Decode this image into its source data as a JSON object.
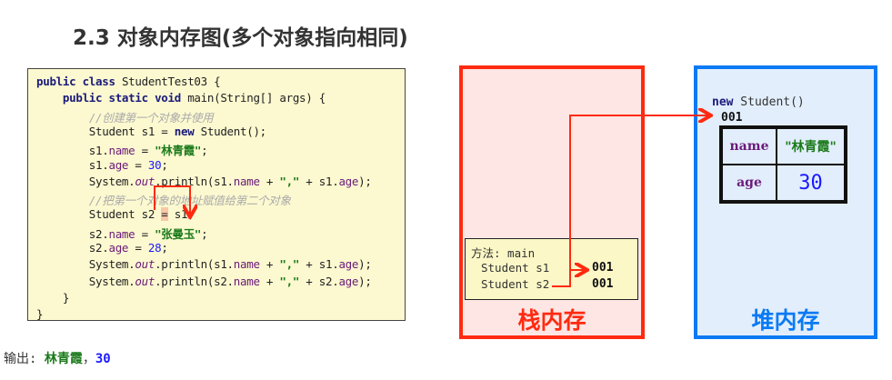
{
  "title": "2.3 对象内存图(多个对象指向相同)",
  "code": [
    [
      {
        "t": "public class ",
        "c": "kw"
      },
      {
        "t": "StudentTest03 {"
      }
    ],
    [
      {
        "t": "    "
      },
      {
        "t": "public static void ",
        "c": "kw"
      },
      {
        "t": "main(String[] args) {"
      }
    ],
    [
      {
        "t": "        "
      },
      {
        "t": "//创建第一个对象并使用",
        "c": "cmt"
      }
    ],
    [
      {
        "t": "        Student s1 = "
      },
      {
        "t": "new ",
        "c": "kw"
      },
      {
        "t": "Student();"
      }
    ],
    [
      {
        "t": "        s1."
      },
      {
        "t": "name",
        "c": "field"
      },
      {
        "t": " = "
      },
      {
        "t": "\"林青霞\"",
        "c": "str"
      },
      {
        "t": ";"
      }
    ],
    [
      {
        "t": "        s1."
      },
      {
        "t": "age",
        "c": "field"
      },
      {
        "t": " = "
      },
      {
        "t": "30",
        "c": "num"
      },
      {
        "t": ";"
      }
    ],
    [
      {
        "t": "        System."
      },
      {
        "t": "out",
        "c": "static"
      },
      {
        "t": ".println(s1."
      },
      {
        "t": "name",
        "c": "field"
      },
      {
        "t": " + "
      },
      {
        "t": "\",\"",
        "c": "str"
      },
      {
        "t": " + s1."
      },
      {
        "t": "age",
        "c": "field"
      },
      {
        "t": ");"
      }
    ],
    [
      {
        "t": "        "
      },
      {
        "t": "//把第一个对象的地址赋值给第二个对象",
        "c": "cmt"
      }
    ],
    [
      {
        "t": "        Student s2 "
      },
      {
        "t": "=",
        "c": "hl"
      },
      {
        "t": " s1;"
      }
    ],
    [
      {
        "t": "        s2."
      },
      {
        "t": "name",
        "c": "field"
      },
      {
        "t": " = "
      },
      {
        "t": "\"张曼玉\"",
        "c": "str"
      },
      {
        "t": ";"
      }
    ],
    [
      {
        "t": "        s2."
      },
      {
        "t": "age",
        "c": "field"
      },
      {
        "t": " = "
      },
      {
        "t": "28",
        "c": "num"
      },
      {
        "t": ";"
      }
    ],
    [
      {
        "t": "        System."
      },
      {
        "t": "out",
        "c": "static"
      },
      {
        "t": ".println(s1."
      },
      {
        "t": "name",
        "c": "field"
      },
      {
        "t": " + "
      },
      {
        "t": "\",\"",
        "c": "str"
      },
      {
        "t": " + s1."
      },
      {
        "t": "age",
        "c": "field"
      },
      {
        "t": ");"
      }
    ],
    [
      {
        "t": "        System."
      },
      {
        "t": "out",
        "c": "static"
      },
      {
        "t": ".println(s2."
      },
      {
        "t": "name",
        "c": "field"
      },
      {
        "t": " + "
      },
      {
        "t": "\",\"",
        "c": "str"
      },
      {
        "t": " + s2."
      },
      {
        "t": "age",
        "c": "field"
      },
      {
        "t": ");"
      }
    ],
    [
      {
        "t": "    }"
      }
    ],
    [
      {
        "t": "}"
      }
    ]
  ],
  "stack": {
    "method": "方法: main",
    "var1": "Student s1",
    "var2": "Student s2",
    "addr1": "001",
    "addr2": "001",
    "label": "栈内存"
  },
  "heap": {
    "new_kw": "new",
    "new_rest": " Student()",
    "addr": "001",
    "fields": [
      {
        "name": "name",
        "value": "\"林青霞\""
      },
      {
        "name": "age",
        "value": "30"
      }
    ],
    "label": "堆内存"
  },
  "output": {
    "label": "输出: ",
    "name": "林青霞",
    "sep": "，",
    "age": "30"
  },
  "colors": {
    "stack": "#ff2a10",
    "heap": "#0a7af5",
    "arrow": "#ff2a10"
  }
}
